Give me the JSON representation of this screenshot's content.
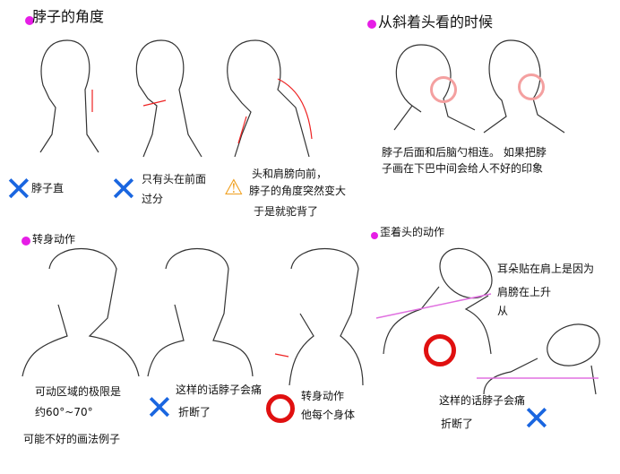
{
  "colors": {
    "bullet": "#e61ee6",
    "cross": "#1a66e0",
    "circle": "#e01010",
    "pink_circle": "#f4a0a0",
    "warning": "#f0a020",
    "guide": "#e070e0"
  },
  "sections": {
    "neck_angle": {
      "title": "脖子的角度",
      "captions": [
        "脖子直",
        "只有头在前面",
        "过分",
        "头和肩膀向前，",
        "脖子的角度突然变大",
        "于是就驼背了"
      ]
    },
    "oblique": {
      "title": "从斜着头看的时候",
      "note_lines": [
        "脖子后面和后脑勺相连。 如果把脖",
        "子画在下巴中间会给人不好的印象"
      ]
    },
    "turning": {
      "title": "转身动作",
      "captions": [
        "可动区域的极限是",
        "约60°~70°",
        "这样的话脖子会痛",
        "折断了",
        "转身动作",
        "他每个身体",
        "可能不好的画法例子"
      ]
    },
    "tilt": {
      "title": "歪着头的动作",
      "captions": [
        "耳朵贴在肩上是因为",
        "肩膀在上升",
        "从",
        "这样的话脖子会痛",
        "折断了"
      ]
    }
  },
  "icons": {
    "cross": "✕",
    "warning": "⚠"
  }
}
